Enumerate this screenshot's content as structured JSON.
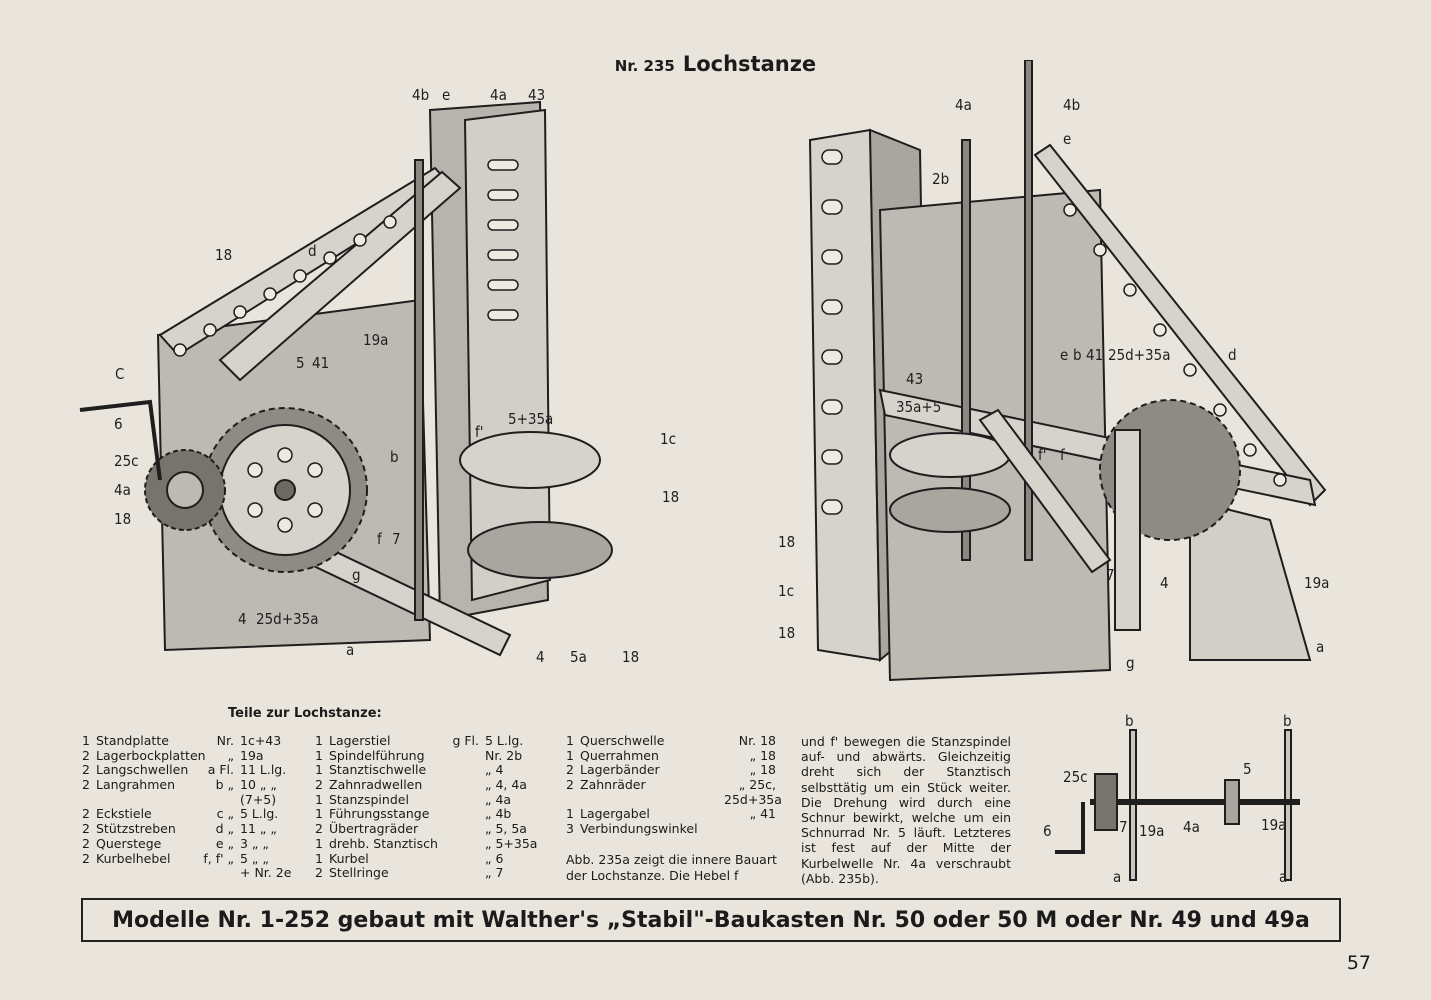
{
  "title": {
    "nr": "Nr. 235",
    "name": "Lochstanze"
  },
  "fig_left_labels": [
    "4b",
    "e",
    "4a",
    "43",
    "18",
    "d",
    "C",
    "6",
    "25c",
    "4a",
    "18",
    "5",
    "41",
    "19a",
    "b",
    "f'",
    "5+35a",
    "1c",
    "18",
    "f",
    "7",
    "g",
    "4",
    "25d+35a",
    "a",
    "4",
    "5a",
    "18"
  ],
  "fig_right_labels": [
    "4a",
    "4b",
    "e",
    "2b",
    "e",
    "b",
    "41",
    "25d+35a",
    "d",
    "43",
    "35a+5",
    "f'",
    "f",
    "18",
    "1c",
    "18",
    "7",
    "4",
    "19a",
    "g",
    "a"
  ],
  "fig_small_labels": [
    "b",
    "b",
    "25c",
    "5",
    "6",
    "7",
    "19a",
    "4a",
    "19a",
    "a",
    "a"
  ],
  "parts_heading": "Teile zur Lochstanze:",
  "parts_col1": [
    [
      "1",
      "Standplatte",
      "Nr.",
      "1c+43"
    ],
    [
      "2",
      "Lagerbockplatten",
      "„",
      "19a"
    ],
    [
      "2",
      "Langschwellen",
      "a Fl.",
      "11 L.lg."
    ],
    [
      "2",
      "Langrahmen",
      "b „",
      "10 „ „"
    ],
    [
      "",
      "",
      "",
      "(7+5)"
    ],
    [
      "2",
      "Eckstiele",
      "c „",
      "5 L.lg."
    ],
    [
      "2",
      "Stützstreben",
      "d „",
      "11 „ „"
    ],
    [
      "2",
      "Querstege",
      "e „",
      "3 „ „"
    ],
    [
      "2",
      "Kurbelhebel",
      "f, f' „",
      "5 „ „"
    ],
    [
      "",
      "",
      "",
      "+ Nr. 2e"
    ]
  ],
  "parts_col2": [
    [
      "1",
      "Lagerstiel",
      "g Fl.",
      "5 L.lg."
    ],
    [
      "1",
      "Spindelführung",
      "",
      "Nr. 2b"
    ],
    [
      "1",
      "Stanztischwelle",
      "",
      "„ 4"
    ],
    [
      "2",
      "Zahnradwellen",
      "",
      "„ 4, 4a"
    ],
    [
      "1",
      "Stanzspindel",
      "",
      "„ 4a"
    ],
    [
      "1",
      "Führungsstange",
      "",
      "„ 4b"
    ],
    [
      "2",
      "Übertragräder",
      "",
      "„ 5, 5a"
    ],
    [
      "1",
      "drehb. Stanztisch",
      "",
      "„ 5+35a"
    ],
    [
      "1",
      "Kurbel",
      "",
      "„ 6"
    ],
    [
      "2",
      "Stellringe",
      "",
      "„ 7"
    ]
  ],
  "parts_col3": [
    [
      "1",
      "Querschwelle",
      "",
      "Nr. 18"
    ],
    [
      "1",
      "Querrahmen",
      "",
      "„ 18"
    ],
    [
      "2",
      "Lagerbänder",
      "",
      "„ 18"
    ],
    [
      "2",
      "Zahnräder",
      "",
      "„ 25c,"
    ],
    [
      "",
      "",
      "",
      "25d+35a"
    ],
    [
      "1",
      "Lagergabel",
      "",
      "„ 41"
    ],
    [
      "3",
      "Verbindungswinkel",
      "",
      ""
    ]
  ],
  "note_235a": "Abb. 235a zeigt die innere Bauart der Lochstanze. Die Hebel f",
  "text_right": "und f' bewegen die Stanzspindel auf- und abwärts. Gleichzeitig dreht sich der Stanztisch selbsttätig um ein Stück weiter. Die Drehung wird durch eine Schnur bewirkt, welche um ein Schnurrad Nr. 5 läuft. Letzteres ist fest auf der Mitte der Kurbelwelle Nr. 4a verschraubt (Abb. 235b).",
  "banner": "Modelle Nr. 1-252 gebaut mit Walther's „Stabil\"-Baukasten Nr. 50 oder 50 M oder Nr. 49 und 49a",
  "page_number": "57"
}
